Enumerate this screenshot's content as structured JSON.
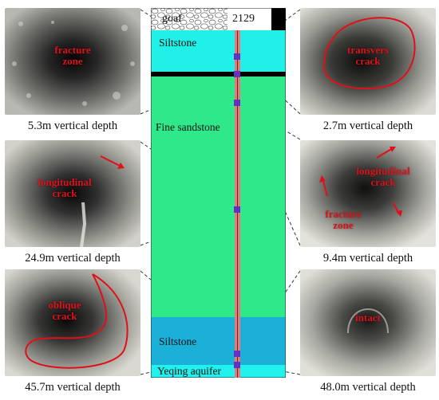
{
  "column": {
    "top_labels": {
      "goaf": "goaf",
      "panel": "2129"
    },
    "layers": {
      "siltstone_top": "Siltstone",
      "fine_sandstone": "Fine sandstone",
      "siltstone_bottom": "Siltstone",
      "aquifer": "Yeqing aquifer"
    },
    "colors": {
      "siltstone_top": "#20f0e8",
      "fine_sandstone": "#2ee88a",
      "siltstone_bottom": "#1ab0d8",
      "aquifer": "#22f2ee",
      "coal_seam": "#000000",
      "borehole": "#e07c7c",
      "marker": "#6b2fbf"
    }
  },
  "photos": [
    {
      "id": "p1",
      "caption": "5.3m vertical depth",
      "labels": [
        "fracture",
        "zone"
      ]
    },
    {
      "id": "p2",
      "caption": "2.7m vertical depth",
      "labels": [
        "transvers",
        "crack"
      ]
    },
    {
      "id": "p3",
      "caption": "24.9m vertical depth",
      "labels": [
        "longitudinal",
        "crack"
      ]
    },
    {
      "id": "p4",
      "caption": "9.4m vertical depth",
      "labels": [
        "longitudinal",
        "crack",
        "fracture",
        "zone"
      ]
    },
    {
      "id": "p5",
      "caption": "45.7m vertical depth",
      "labels": [
        "oblique",
        "crack"
      ]
    },
    {
      "id": "p6",
      "caption": "48.0m vertical depth",
      "labels": [
        "intact"
      ]
    }
  ]
}
